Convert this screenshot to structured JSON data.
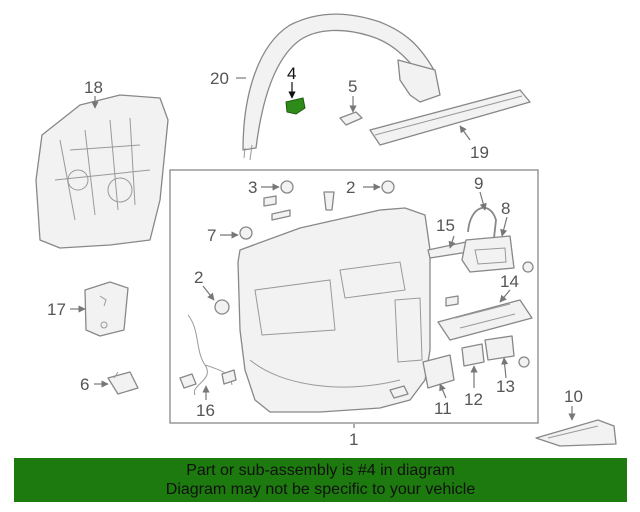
{
  "callouts": {
    "c1": "1",
    "c2a": "2",
    "c2b": "2",
    "c3": "3",
    "c4": "4",
    "c5": "5",
    "c6": "6",
    "c7": "7",
    "c8": "8",
    "c9": "9",
    "c10": "10",
    "c11": "11",
    "c12": "12",
    "c13": "13",
    "c14": "14",
    "c15": "15",
    "c16": "16",
    "c17": "17",
    "c18": "18",
    "c19": "19",
    "c20": "20"
  },
  "highlight_color": "#1d7a0e",
  "banner": {
    "line1": "Part or sub-assembly is #4 in diagram",
    "line2": "Diagram may not be specific to your vehicle",
    "color": "#1d7a0e"
  }
}
